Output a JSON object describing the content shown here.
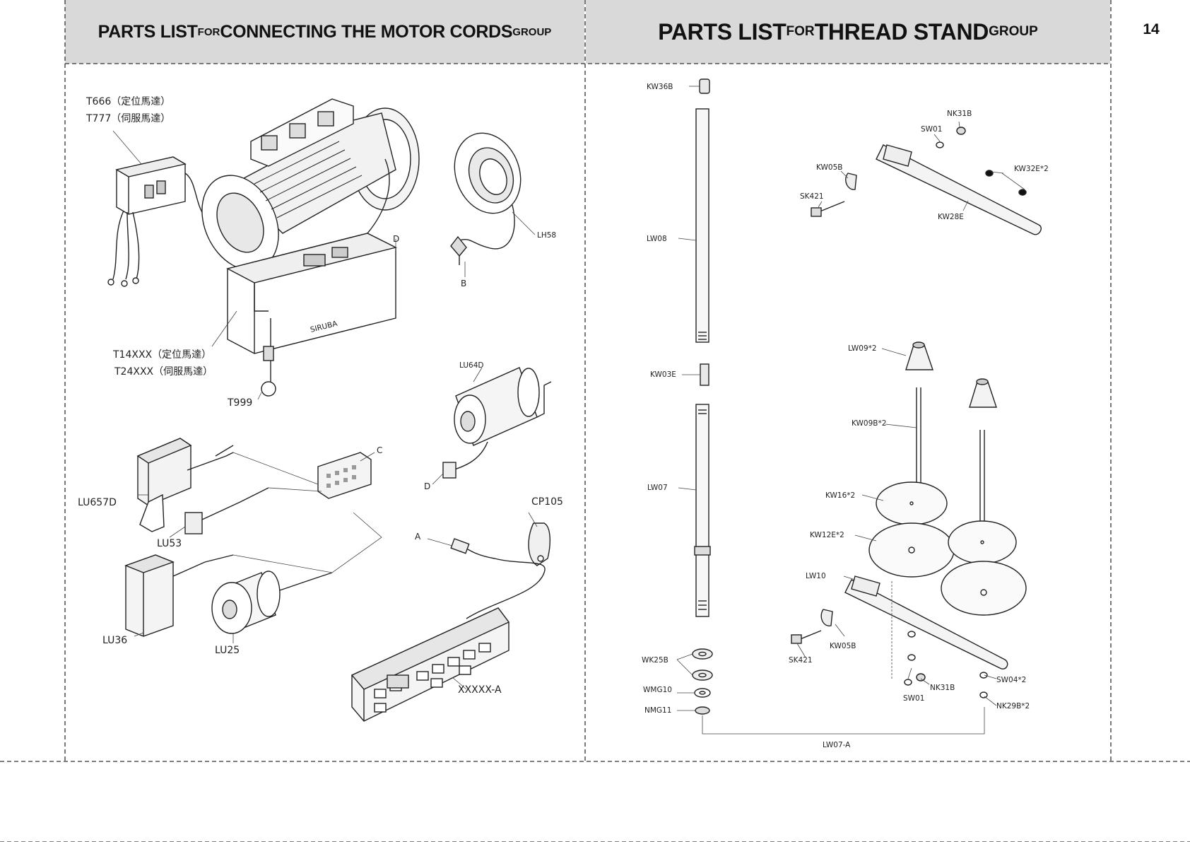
{
  "page_number": "14",
  "left_panel": {
    "title_parts": [
      "PARTS LIST ",
      "FOR ",
      "CONNECTING THE MOTOR CORDS ",
      "GROUP"
    ],
    "labels": {
      "t666": "T666（定位馬達）",
      "t777": "T777（伺服馬達）",
      "t14xxx": "T14XXX（定位馬達）",
      "t24xxx": "T24XXX（伺服馬達）",
      "t999": "T999",
      "lh58": "LH58",
      "b": "B",
      "d_top": "D",
      "lu64d": "LU64D",
      "d_connector": "D",
      "c": "C",
      "lu657d": "LU657D",
      "lu53": "LU53",
      "cp105": "CP105",
      "a": "A",
      "lu36": "LU36",
      "lu25": "LU25",
      "xxxxx_a": "XXXXX-A"
    }
  },
  "right_panel": {
    "title_parts": [
      "PARTS LIST ",
      "FOR ",
      "THREAD STAND ",
      "GROUP"
    ],
    "labels": {
      "kw36b": "KW36B",
      "nk31b_top": "NK31B",
      "sw01_top": "SW01",
      "kw05b_top": "KW05B",
      "kw32e": "KW32E*2",
      "sk421_top": "SK421",
      "kw28e": "KW28E",
      "lw08": "LW08",
      "lw09": "LW09*2",
      "kw03e": "KW03E",
      "kw09b": "KW09B*2",
      "lw07": "LW07",
      "kw16": "KW16*2",
      "kw12e": "KW12E*2",
      "lw10": "LW10",
      "kw05b_bottom": "KW05B",
      "sk421_bottom": "SK421",
      "wk25b": "WK25B",
      "wmg10": "WMG10",
      "nmg11": "NMG11",
      "sw01_bottom": "SW01",
      "nk31b_bottom": "NK31B",
      "sw04": "SW04*2",
      "nk29b": "NK29B*2",
      "lw07_a": "LW07-A"
    }
  }
}
